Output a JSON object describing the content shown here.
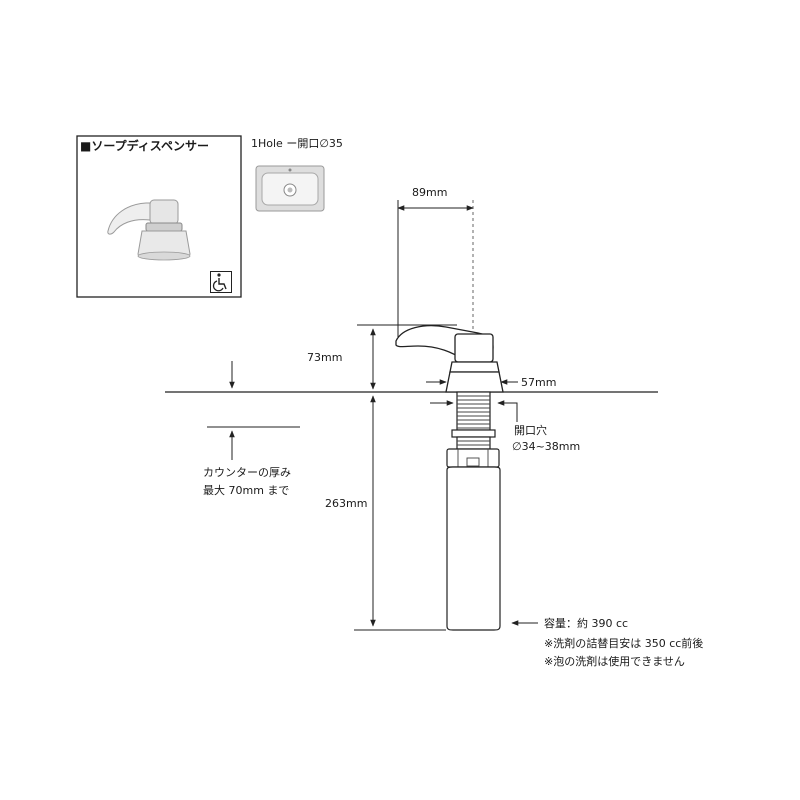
{
  "product_panel": {
    "title": "■ソープディスペンサー",
    "accessibility_icon": "wheelchair-icon"
  },
  "hole_spec": {
    "label": "1Hole ー開口∅35"
  },
  "dimensions": {
    "spout_reach": "89mm",
    "height_above_counter": "73mm",
    "collar_diameter": "57mm",
    "opening_title": "開口穴",
    "opening_range": "∅34~38mm",
    "depth_below_counter": "263mm"
  },
  "counter_note": {
    "line1": "カウンターの厚み",
    "line2": "最大 70mm まで"
  },
  "capacity_note": {
    "line1": "容量：約 390 cc",
    "line2": "※洗剤の詰替目安は 350 cc前後",
    "line3": "※泡の洗剤は使用できません"
  }
}
